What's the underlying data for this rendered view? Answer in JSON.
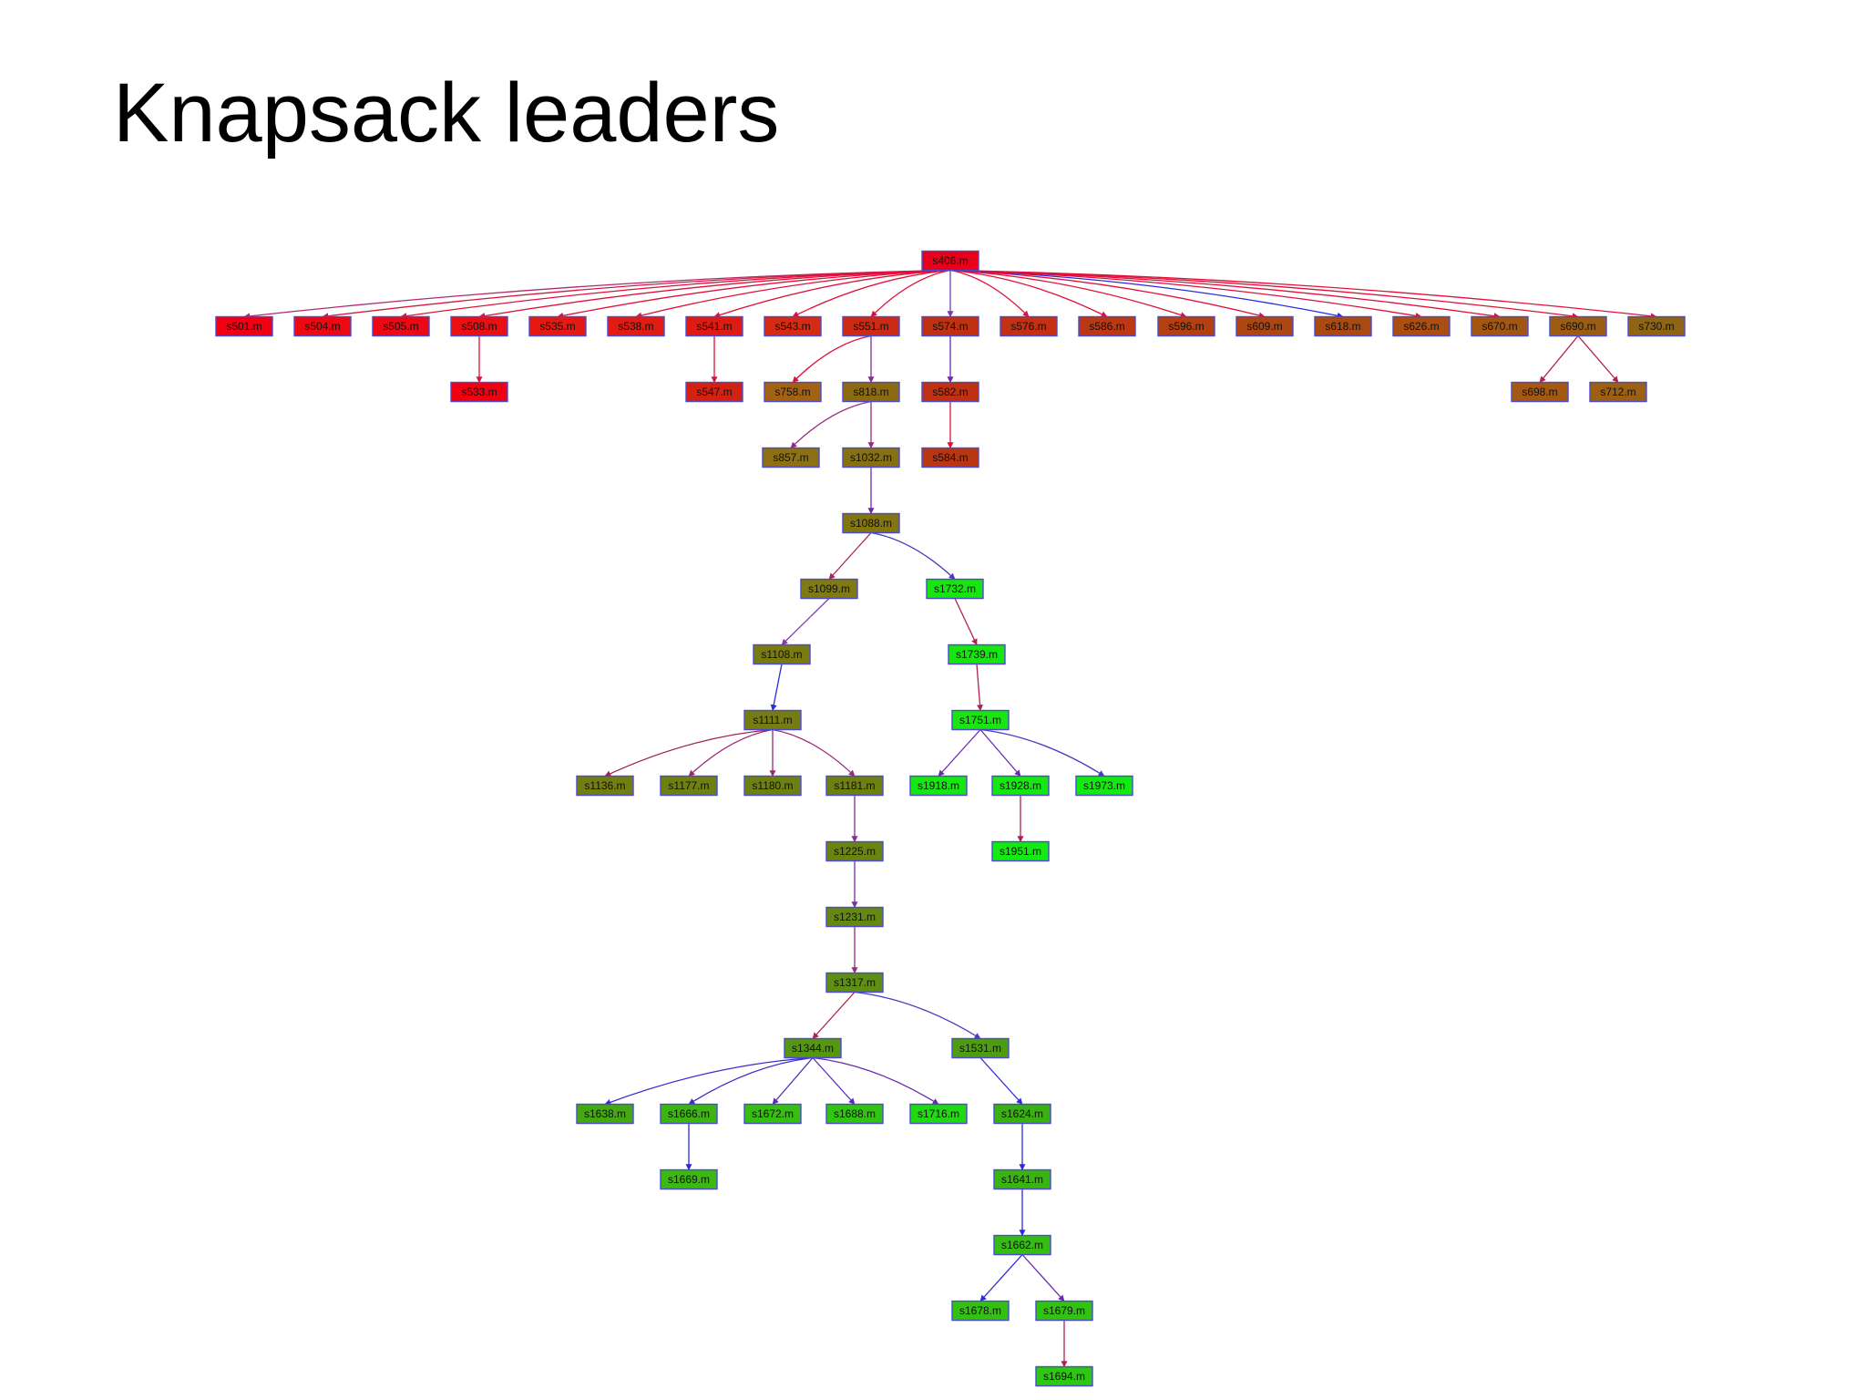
{
  "slide": {
    "title": "Knapsack leaders"
  },
  "graph": {
    "nodes": [
      {
        "id": "s406",
        "label": "s406.m",
        "color": "#e8001a"
      },
      {
        "id": "s501",
        "label": "s501.m",
        "color": "#f00010"
      },
      {
        "id": "s504",
        "label": "s504.m",
        "color": "#ee0812"
      },
      {
        "id": "s505",
        "label": "s505.m",
        "color": "#ee0812"
      },
      {
        "id": "s508",
        "label": "s508.m",
        "color": "#ea1012"
      },
      {
        "id": "s533",
        "label": "s533.m",
        "color": "#f00010"
      },
      {
        "id": "s535",
        "label": "s535.m",
        "color": "#e41a12"
      },
      {
        "id": "s538",
        "label": "s538.m",
        "color": "#e21c12"
      },
      {
        "id": "s541",
        "label": "s541.m",
        "color": "#e01c12"
      },
      {
        "id": "s547",
        "label": "s547.m",
        "color": "#d42212"
      },
      {
        "id": "s543",
        "label": "s543.m",
        "color": "#d62a12"
      },
      {
        "id": "s551",
        "label": "s551.m",
        "color": "#cc2a12"
      },
      {
        "id": "s758",
        "label": "s758.m",
        "color": "#a36212"
      },
      {
        "id": "s818",
        "label": "s818.m",
        "color": "#8c6a12"
      },
      {
        "id": "s857",
        "label": "s857.m",
        "color": "#8c7012"
      },
      {
        "id": "s1032",
        "label": "s1032.m",
        "color": "#857012"
      },
      {
        "id": "s1088",
        "label": "s1088.m",
        "color": "#827512"
      },
      {
        "id": "s1099",
        "label": "s1099.m",
        "color": "#7f7a12"
      },
      {
        "id": "s1108",
        "label": "s1108.m",
        "color": "#7a7a12"
      },
      {
        "id": "s1111",
        "label": "s1111.m",
        "color": "#777c12"
      },
      {
        "id": "s1136",
        "label": "s1136.m",
        "color": "#727d12"
      },
      {
        "id": "s1177",
        "label": "s1177.m",
        "color": "#6e8012"
      },
      {
        "id": "s1180",
        "label": "s1180.m",
        "color": "#6e8012"
      },
      {
        "id": "s1181",
        "label": "s1181.m",
        "color": "#6e8012"
      },
      {
        "id": "s1225",
        "label": "s1225.m",
        "color": "#6a8412"
      },
      {
        "id": "s1231",
        "label": "s1231.m",
        "color": "#658812"
      },
      {
        "id": "s1317",
        "label": "s1317.m",
        "color": "#5e8e12"
      },
      {
        "id": "s1344",
        "label": "s1344.m",
        "color": "#569612"
      },
      {
        "id": "s1531",
        "label": "s1531.m",
        "color": "#4e9c12"
      },
      {
        "id": "s1638",
        "label": "s1638.m",
        "color": "#44a812"
      },
      {
        "id": "s1666",
        "label": "s1666.m",
        "color": "#3cb412"
      },
      {
        "id": "s1669",
        "label": "s1669.m",
        "color": "#3cb812"
      },
      {
        "id": "s1672",
        "label": "s1672.m",
        "color": "#36be12"
      },
      {
        "id": "s1688",
        "label": "s1688.m",
        "color": "#32c412"
      },
      {
        "id": "s1716",
        "label": "s1716.m",
        "color": "#22d812"
      },
      {
        "id": "s1624",
        "label": "s1624.m",
        "color": "#3ab012"
      },
      {
        "id": "s1641",
        "label": "s1641.m",
        "color": "#3ab412"
      },
      {
        "id": "s1662",
        "label": "s1662.m",
        "color": "#36bc12"
      },
      {
        "id": "s1678",
        "label": "s1678.m",
        "color": "#34c012"
      },
      {
        "id": "s1679",
        "label": "s1679.m",
        "color": "#32c212"
      },
      {
        "id": "s1694",
        "label": "s1694.m",
        "color": "#2cc812"
      },
      {
        "id": "s574",
        "label": "s574.m",
        "color": "#c23012"
      },
      {
        "id": "s582",
        "label": "s582.m",
        "color": "#c03012"
      },
      {
        "id": "s584",
        "label": "s584.m",
        "color": "#b83612"
      },
      {
        "id": "s576",
        "label": "s576.m",
        "color": "#c43012"
      },
      {
        "id": "s586",
        "label": "s586.m",
        "color": "#bc3812"
      },
      {
        "id": "s596",
        "label": "s596.m",
        "color": "#b44012"
      },
      {
        "id": "s609",
        "label": "s609.m",
        "color": "#ae4612"
      },
      {
        "id": "s618",
        "label": "s618.m",
        "color": "#aa4a12"
      },
      {
        "id": "s626",
        "label": "s626.m",
        "color": "#aa4e12"
      },
      {
        "id": "s670",
        "label": "s670.m",
        "color": "#a25612"
      },
      {
        "id": "s690",
        "label": "s690.m",
        "color": "#9c5c12"
      },
      {
        "id": "s698",
        "label": "s698.m",
        "color": "#a45812"
      },
      {
        "id": "s712",
        "label": "s712.m",
        "color": "#9c6012"
      },
      {
        "id": "s730",
        "label": "s730.m",
        "color": "#8f6412"
      },
      {
        "id": "s1732",
        "label": "s1732.m",
        "color": "#18e412"
      },
      {
        "id": "s1739",
        "label": "s1739.m",
        "color": "#18e412"
      },
      {
        "id": "s1751",
        "label": "s1751.m",
        "color": "#1ae412"
      },
      {
        "id": "s1918",
        "label": "s1918.m",
        "color": "#16e612"
      },
      {
        "id": "s1928",
        "label": "s1928.m",
        "color": "#16e612"
      },
      {
        "id": "s1951",
        "label": "s1951.m",
        "color": "#12ea12"
      },
      {
        "id": "s1973",
        "label": "s1973.m",
        "color": "#12ea12"
      }
    ],
    "edges": [
      {
        "from": "s406",
        "to": "s501",
        "color": "#b02a6e"
      },
      {
        "from": "s406",
        "to": "s504",
        "color": "#d21a40"
      },
      {
        "from": "s406",
        "to": "s505",
        "color": "#e0103a"
      },
      {
        "from": "s406",
        "to": "s508",
        "color": "#e0103a"
      },
      {
        "from": "s406",
        "to": "s535",
        "color": "#e0103a"
      },
      {
        "from": "s406",
        "to": "s538",
        "color": "#e0103a"
      },
      {
        "from": "s406",
        "to": "s541",
        "color": "#e0103a"
      },
      {
        "from": "s406",
        "to": "s543",
        "color": "#e0103a"
      },
      {
        "from": "s406",
        "to": "s551",
        "color": "#e0103a"
      },
      {
        "from": "s406",
        "to": "s574",
        "color": "#7a3ab0"
      },
      {
        "from": "s406",
        "to": "s576",
        "color": "#e0103a"
      },
      {
        "from": "s406",
        "to": "s586",
        "color": "#e0103a"
      },
      {
        "from": "s406",
        "to": "s596",
        "color": "#e0103a"
      },
      {
        "from": "s406",
        "to": "s609",
        "color": "#e0103a"
      },
      {
        "from": "s406",
        "to": "s618",
        "color": "#2a2ae0"
      },
      {
        "from": "s406",
        "to": "s626",
        "color": "#e0103a"
      },
      {
        "from": "s406",
        "to": "s670",
        "color": "#e0103a"
      },
      {
        "from": "s406",
        "to": "s690",
        "color": "#e0103a"
      },
      {
        "from": "s406",
        "to": "s730",
        "color": "#e0103a"
      },
      {
        "from": "s508",
        "to": "s533",
        "color": "#e0103a"
      },
      {
        "from": "s541",
        "to": "s547",
        "color": "#e0103a"
      },
      {
        "from": "s551",
        "to": "s758",
        "color": "#e0103a"
      },
      {
        "from": "s551",
        "to": "s818",
        "color": "#8a2a9a"
      },
      {
        "from": "s818",
        "to": "s857",
        "color": "#9a2a7a"
      },
      {
        "from": "s818",
        "to": "s1032",
        "color": "#9a2a7a"
      },
      {
        "from": "s1032",
        "to": "s1088",
        "color": "#6a2ab0"
      },
      {
        "from": "s1088",
        "to": "s1099",
        "color": "#b0205a"
      },
      {
        "from": "s1088",
        "to": "s1732",
        "color": "#4a3ac0"
      },
      {
        "from": "s1099",
        "to": "s1108",
        "color": "#8a3ab0"
      },
      {
        "from": "s1108",
        "to": "s1111",
        "color": "#2a2ae0"
      },
      {
        "from": "s1111",
        "to": "s1136",
        "color": "#a0205a"
      },
      {
        "from": "s1111",
        "to": "s1177",
        "color": "#9a2a7a"
      },
      {
        "from": "s1111",
        "to": "s1180",
        "color": "#9a2a7a"
      },
      {
        "from": "s1111",
        "to": "s1181",
        "color": "#9a2a7a"
      },
      {
        "from": "s1181",
        "to": "s1225",
        "color": "#8a2a9a"
      },
      {
        "from": "s1225",
        "to": "s1231",
        "color": "#7a2ab0"
      },
      {
        "from": "s1231",
        "to": "s1317",
        "color": "#9a2a7a"
      },
      {
        "from": "s1317",
        "to": "s1344",
        "color": "#b02050"
      },
      {
        "from": "s1317",
        "to": "s1531",
        "color": "#4a3ac0"
      },
      {
        "from": "s1344",
        "to": "s1638",
        "color": "#3a2ad0"
      },
      {
        "from": "s1344",
        "to": "s1666",
        "color": "#3a2ad0"
      },
      {
        "from": "s1344",
        "to": "s1672",
        "color": "#5a2ac0"
      },
      {
        "from": "s1344",
        "to": "s1688",
        "color": "#5a2ac0"
      },
      {
        "from": "s1344",
        "to": "s1716",
        "color": "#6a2ab0"
      },
      {
        "from": "s1666",
        "to": "s1669",
        "color": "#2a2ae0"
      },
      {
        "from": "s1531",
        "to": "s1624",
        "color": "#2a2ae0"
      },
      {
        "from": "s1624",
        "to": "s1641",
        "color": "#2a2ae0"
      },
      {
        "from": "s1641",
        "to": "s1662",
        "color": "#2a2ae0"
      },
      {
        "from": "s1662",
        "to": "s1678",
        "color": "#2a2ae0"
      },
      {
        "from": "s1662",
        "to": "s1679",
        "color": "#6a2ab0"
      },
      {
        "from": "s1679",
        "to": "s1694",
        "color": "#b02050"
      },
      {
        "from": "s574",
        "to": "s582",
        "color": "#6a2ab0"
      },
      {
        "from": "s582",
        "to": "s584",
        "color": "#e0103a"
      },
      {
        "from": "s690",
        "to": "s698",
        "color": "#b02050"
      },
      {
        "from": "s690",
        "to": "s712",
        "color": "#b02050"
      },
      {
        "from": "s1732",
        "to": "s1739",
        "color": "#b02050"
      },
      {
        "from": "s1739",
        "to": "s1751",
        "color": "#b02050"
      },
      {
        "from": "s1751",
        "to": "s1918",
        "color": "#6a2ab0"
      },
      {
        "from": "s1751",
        "to": "s1928",
        "color": "#6a2ab0"
      },
      {
        "from": "s1751",
        "to": "s1973",
        "color": "#4a3ac0"
      },
      {
        "from": "s1928",
        "to": "s1951",
        "color": "#b02050"
      }
    ]
  }
}
